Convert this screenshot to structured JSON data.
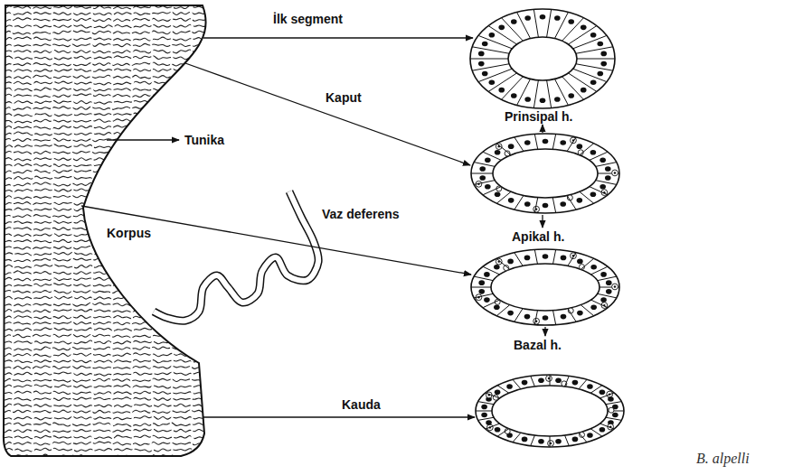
{
  "diagram": {
    "labels": [
      "İlk segment",
      "Kaput",
      "Prinsipal h.",
      "Tunika",
      "Korpus",
      "Vaz deferens",
      "Apikal h.",
      "Bazal h.",
      "Kauda",
      "B. alpelli"
    ]
  }
}
